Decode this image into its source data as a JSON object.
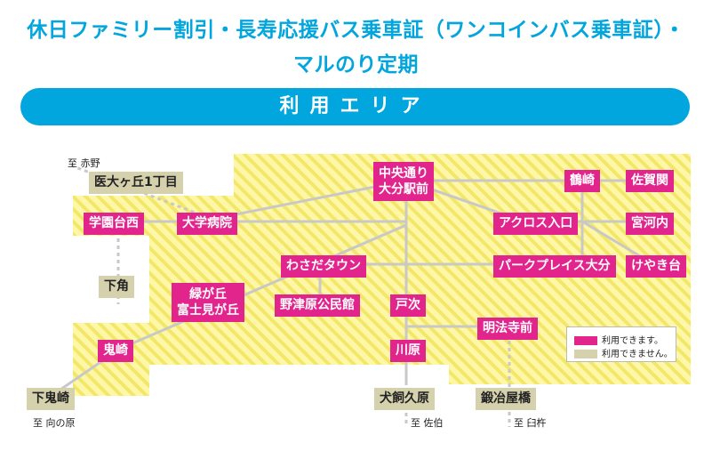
{
  "header": {
    "title_line1": "休日ファミリー割引・長寿応援バス乗車証（ワンコインバス乗車証）・",
    "title_line2": "マルのり定期",
    "banner": "利用エリア"
  },
  "stations": {
    "chuo_line1": "中央通り",
    "chuo_line2": "大分駅前",
    "tsurusaki": "鶴崎",
    "saganoseki": "佐賀関",
    "gakuen": "学園台西",
    "daigaku": "大学病院",
    "across": "アクロス入口",
    "miyakouchi": "宮河内",
    "wasada": "わさだタウン",
    "park": "パークプレイス大分",
    "keyaki": "けやき台",
    "midori_line1": "緑が丘",
    "midori_line2": "富士見が丘",
    "nozuhara": "野津原公民館",
    "hetsugi": "戸次",
    "myohoji": "明法寺前",
    "onizaki": "鬼崎",
    "kawahara": "川原",
    "iidai": "医大ヶ丘1丁目",
    "shimokado": "下角",
    "shimoonizaki": "下鬼崎",
    "inukaikubaru": "犬飼久原",
    "kajiya": "鍛冶屋橋"
  },
  "directions": {
    "akano": "至 赤野",
    "mukainohara": "至 向の原",
    "saiki": "至 佐伯",
    "usuki": "至 臼杵"
  },
  "legend": {
    "usable": "利用できます。",
    "unusable": "利用できません。",
    "usable_color": "#e1258d",
    "unusable_color": "#d6d1ad"
  },
  "colors": {
    "accent": "#00a6dd",
    "area_fill": "#fff7a8",
    "area_stripe": "#f3e76a",
    "route_line": "#c8c8c8"
  }
}
